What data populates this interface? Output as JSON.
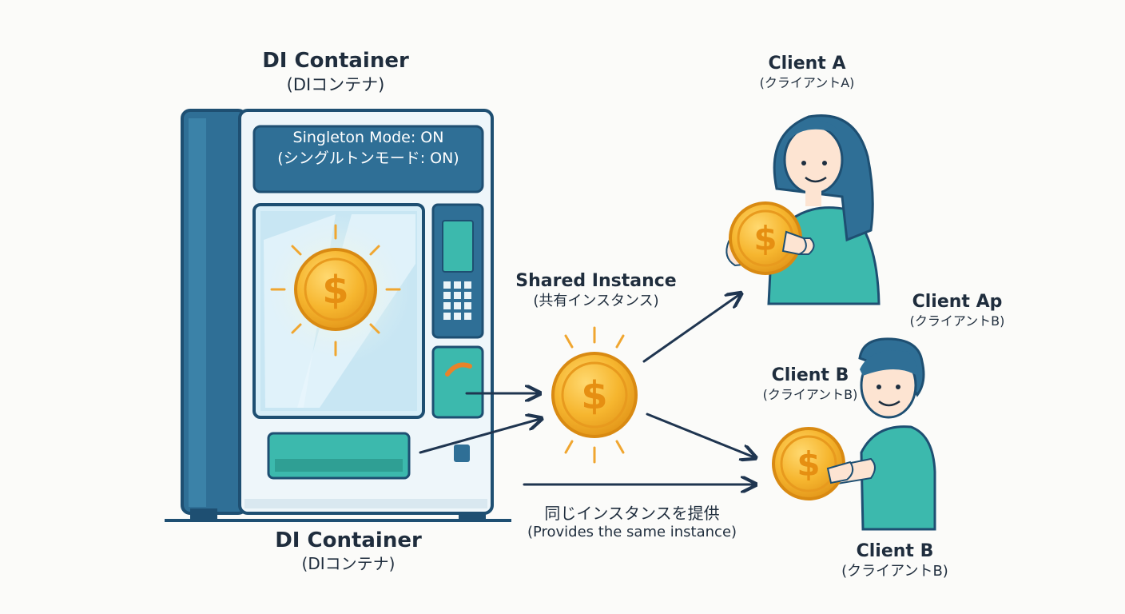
{
  "container_top": {
    "title": "DI Container",
    "subtitle": "(DIコンテナ)"
  },
  "container_bottom": {
    "title": "DI Container",
    "subtitle": "(DIコンテナ)"
  },
  "screen": {
    "line1": "Singleton Mode: ON",
    "line2": "(シングルトンモード: ON)"
  },
  "shared": {
    "title": "Shared Instance",
    "subtitle": "(共有インスタンス)"
  },
  "provides": {
    "ja": "同じインスタンスを提供",
    "en": "(Provides the same instance)"
  },
  "client_a": {
    "title": "Client A",
    "subtitle": "(クライアントA)"
  },
  "client_ap": {
    "title": "Client Ap",
    "subtitle": "(クライアントB)"
  },
  "client_b_mid": {
    "title": "Client B",
    "subtitle": "(クライアントB)"
  },
  "client_b_bottom": {
    "title": "Client B",
    "subtitle": "(クライアントB)"
  },
  "coin_symbol": "$",
  "colors": {
    "machine_body": "#2f6f96",
    "machine_dark": "#1e4f72",
    "accent_teal": "#3cb9ad",
    "coin": "#f6b62f",
    "arrow": "#1f3550"
  }
}
